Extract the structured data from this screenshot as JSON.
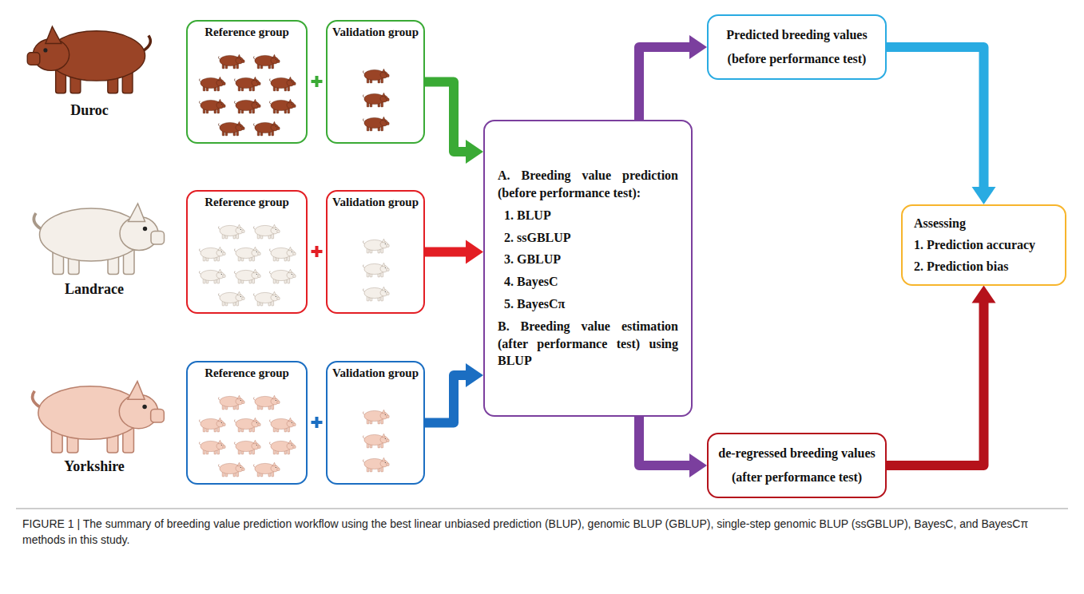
{
  "diagram": {
    "caption": "FIGURE 1 | The summary of breeding value prediction workflow using the best linear unbiased prediction (BLUP), genomic BLUP (GBLUP), single-step genomic BLUP (ssGBLUP), BayesC, and BayesCπ methods in this study.",
    "nodes": [
      {
        "text": [
          "Reference group"
        ]
      },
      {
        "text": [
          "Validation group"
        ]
      },
      {
        "text": [
          "Reference group"
        ]
      },
      {
        "text": [
          "Validation group"
        ]
      },
      {
        "text": [
          "Reference group"
        ]
      },
      {
        "text": [
          "Validation group"
        ]
      },
      {
        "text": [
          "A. Breeding value prediction (before performance test):",
          "1. BLUP",
          "2. ssGBLUP",
          "3. GBLUP",
          "4. BayesC",
          "5. BayesCπ",
          "B. Breeding value estimation (after performance test) using BLUP"
        ]
      },
      {
        "text": [
          "Predicted breeding values (before performance test)"
        ]
      },
      {
        "text": [
          "Assessing",
          "1. Prediction accuracy",
          "2. Prediction bias"
        ]
      },
      {
        "text": [
          "de-regressed breeding values (after performance test)"
        ]
      }
    ],
    "edges": [
      {
        "from": 1,
        "to": 6,
        "arrow": "to"
      },
      {
        "from": 3,
        "to": 6,
        "arrow": "to"
      },
      {
        "from": 5,
        "to": 6,
        "arrow": "to"
      },
      {
        "from": 6,
        "to": 7,
        "arrow": "to"
      },
      {
        "from": 6,
        "to": 9,
        "arrow": "to"
      },
      {
        "from": 7,
        "to": 8,
        "arrow": "to"
      },
      {
        "from": 9,
        "to": 8,
        "arrow": "to"
      }
    ],
    "labels": [
      "Duroc",
      "Landrace",
      "Yorkshire"
    ]
  }
}
